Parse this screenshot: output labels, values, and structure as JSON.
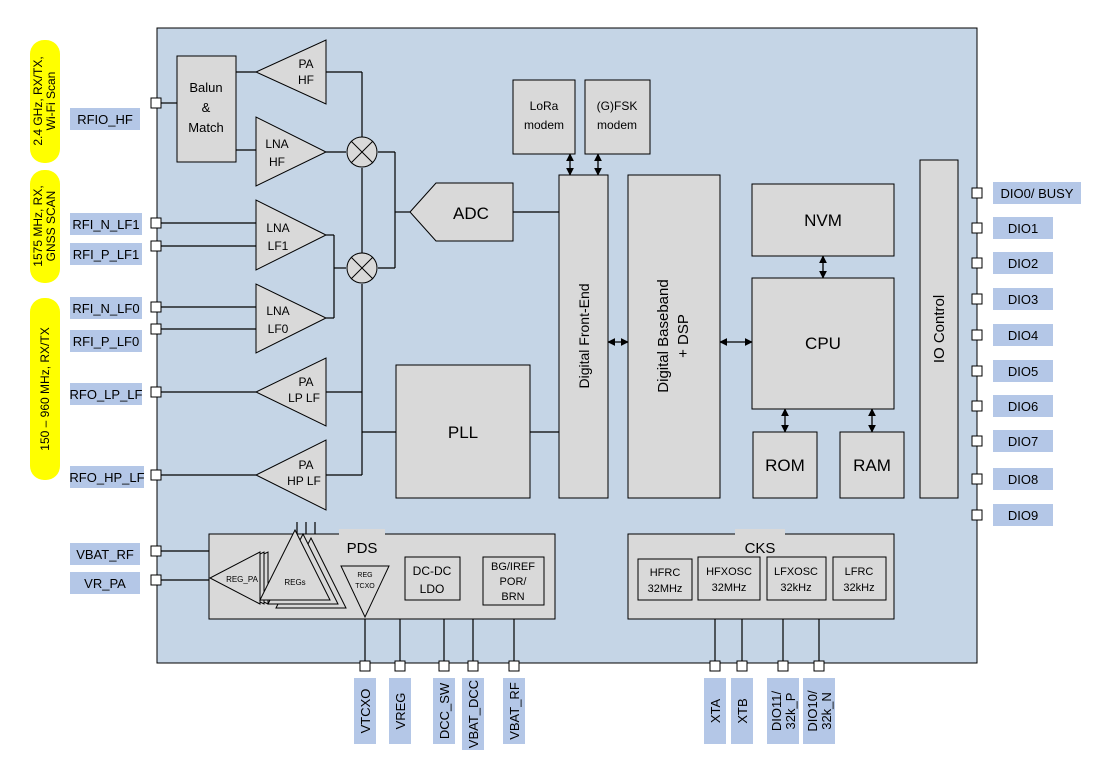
{
  "band_labels": {
    "hf": [
      "2.4 GHz, RX/TX,",
      "Wi-Fi Scan"
    ],
    "gnss": [
      "1575 MHz, RX,",
      "GNSS SCAN"
    ],
    "sub_ghz": [
      "150 – 960 MHz, RX/TX"
    ]
  },
  "left_pins": {
    "rfio_hf": "RFIO_HF",
    "rfi_n_lf1": "RFI_N_LF1",
    "rfi_p_lf1": "RFI_P_LF1",
    "rfi_n_lf0": "RFI_N_LF0",
    "rfi_p_lf0": "RFI_P_LF0",
    "rfo_lp_lf": "RFO_LP_LF",
    "rfo_hp_lf": "RFO_HP_LF",
    "vbat_rf": "VBAT_RF",
    "vr_pa": "VR_PA"
  },
  "right_pins": [
    "DIO0/ BUSY",
    "DIO1",
    "DIO2",
    "DIO3",
    "DIO4",
    "DIO5",
    "DIO6",
    "DIO7",
    "DIO8",
    "DIO9"
  ],
  "bottom_pins": {
    "vtcxo": "VTCXO",
    "vreg": "VREG",
    "dcc_sw": "DCC_SW",
    "vbat_dcc": "VBAT_DCC",
    "vbat_rf": "VBAT_RF",
    "xta": "XTA",
    "xtb": "XTB",
    "dio11": [
      "DIO11/",
      "32k_P"
    ],
    "dio10": [
      "DIO10/",
      "32k_N"
    ]
  },
  "blocks": {
    "balun": [
      "Balun",
      "&",
      "Match"
    ],
    "pa_hf": [
      "PA",
      "HF"
    ],
    "lna_hf": [
      "LNA",
      "HF"
    ],
    "lna_lf1": [
      "LNA",
      "LF1"
    ],
    "lna_lf0": [
      "LNA",
      "LF0"
    ],
    "pa_lp_lf": [
      "PA",
      "LP LF"
    ],
    "pa_hp_lf": [
      "PA",
      "HP LF"
    ],
    "adc": "ADC",
    "pll": "PLL",
    "lora": [
      "LoRa",
      "modem"
    ],
    "gfsk": [
      "(G)FSK",
      "modem"
    ],
    "dfe": "Digital Front-End",
    "dbb": [
      "Digital Baseband",
      "+ DSP"
    ],
    "nvm": "NVM",
    "cpu": "CPU",
    "rom": "ROM",
    "ram": "RAM",
    "io": "IO Control"
  },
  "pds": {
    "title": "PDS",
    "reg_pa": "REG_PA",
    "regs": "REGs",
    "reg_tcxo": [
      "REG",
      "TCXO"
    ],
    "dcdc": [
      "DC-DC",
      "LDO"
    ],
    "bg": [
      "BG/IREF",
      "POR/",
      "BRN"
    ]
  },
  "cks": {
    "title": "CKS",
    "hfrc": [
      "HFRC",
      "32MHz"
    ],
    "hfxosc": [
      "HFXOSC",
      "32MHz"
    ],
    "lfxosc": [
      "LFXOSC",
      "32kHz"
    ],
    "lfrc": [
      "LFRC",
      "32kHz"
    ]
  },
  "colors": {
    "chip": "#c5d5e6",
    "block": "#d9d9d9",
    "pin_label": "#b4c7e7",
    "band": "#ffff00",
    "line": "#000000"
  }
}
